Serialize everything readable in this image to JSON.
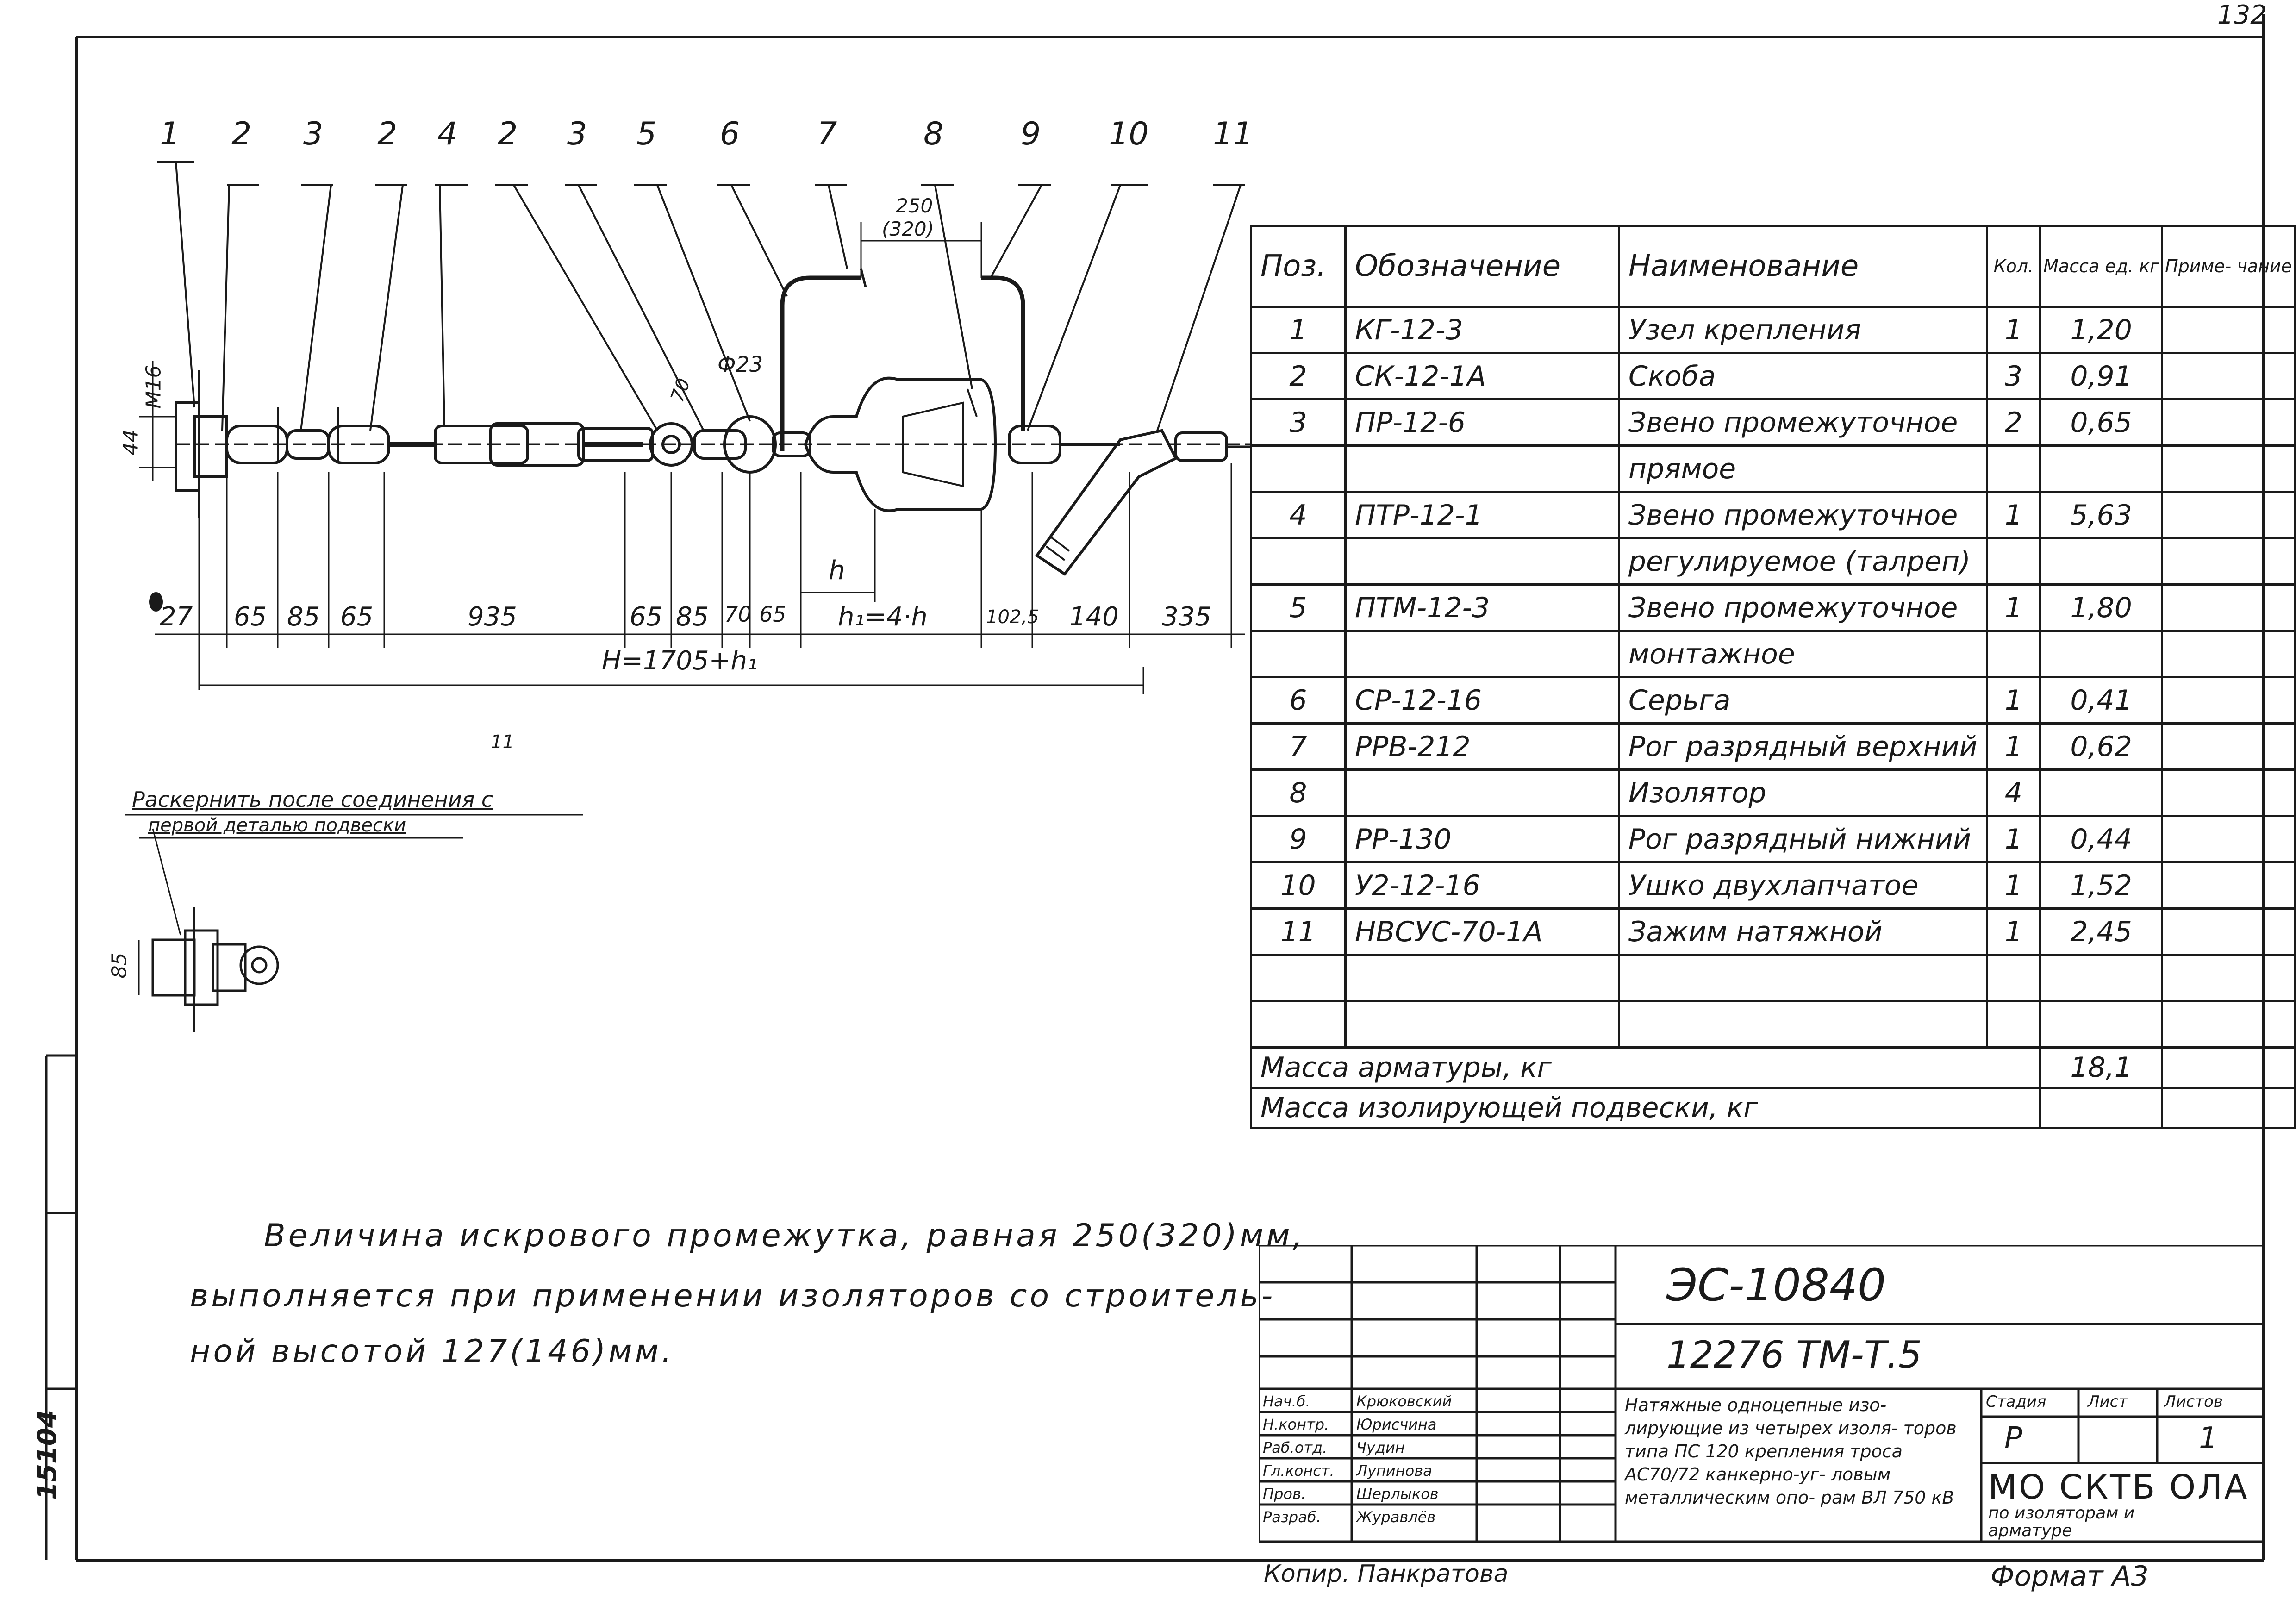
{
  "page_number": "132",
  "side_stamp": "15104",
  "callouts": [
    "1",
    "2",
    "3",
    "2",
    "4",
    "2",
    "3",
    "5",
    "6",
    "7",
    "8",
    "9",
    "10",
    "11"
  ],
  "top_dims": {
    "gap": "250",
    "gap_alt": "(320)",
    "diam": "Ф23",
    "d70": "70",
    "m16": "М16",
    "d44": "44",
    "h": "h"
  },
  "dims": [
    "27",
    "65",
    "85",
    "65",
    "935",
    "65",
    "85",
    "70",
    "65",
    "h₁=4·h",
    "102,5",
    "140",
    "335"
  ],
  "total_dim": "H=1705+h₁",
  "misc_11": "11",
  "detail": {
    "note_line1": "Раскернить после соединения с",
    "note_line2": "первой деталью подвески",
    "dim85": "85"
  },
  "table": {
    "headers": {
      "pos": "Поз.",
      "designation": "Обозначение",
      "name": "Наименование",
      "qty": "Кол.",
      "mass": "Масса ед. кг",
      "note": "Приме- чание"
    },
    "rows": [
      {
        "pos": "1",
        "designation": "КГ-12-3",
        "name": "Узел крепления",
        "qty": "1",
        "mass": "1,20"
      },
      {
        "pos": "2",
        "designation": "СК-12-1А",
        "name": "Скоба",
        "qty": "3",
        "mass": "0,91"
      },
      {
        "pos": "3",
        "designation": "ПР-12-6",
        "name": "Звено промежуточное",
        "qty": "2",
        "mass": "0,65"
      },
      {
        "pos": "",
        "designation": "",
        "name": "прямое",
        "qty": "",
        "mass": ""
      },
      {
        "pos": "4",
        "designation": "ПТР-12-1",
        "name": "Звено промежуточное",
        "qty": "1",
        "mass": "5,63"
      },
      {
        "pos": "",
        "designation": "",
        "name": "регулируемое (талреп)",
        "qty": "",
        "mass": ""
      },
      {
        "pos": "5",
        "designation": "ПТМ-12-3",
        "name": "Звено промежуточное",
        "qty": "1",
        "mass": "1,80"
      },
      {
        "pos": "",
        "designation": "",
        "name": "монтажное",
        "qty": "",
        "mass": ""
      },
      {
        "pos": "6",
        "designation": "СР-12-16",
        "name": "Серьга",
        "qty": "1",
        "mass": "0,41"
      },
      {
        "pos": "7",
        "designation": "РРВ-212",
        "name": "Рог разрядный верхний",
        "qty": "1",
        "mass": "0,62"
      },
      {
        "pos": "8",
        "designation": "",
        "name": "Изолятор",
        "qty": "4",
        "mass": ""
      },
      {
        "pos": "9",
        "designation": "РР-130",
        "name": "Рог разрядный нижний",
        "qty": "1",
        "mass": "0,44"
      },
      {
        "pos": "10",
        "designation": "У2-12-16",
        "name": "Ушко двухлапчатое",
        "qty": "1",
        "mass": "1,52"
      },
      {
        "pos": "11",
        "designation": "НВСУС-70-1А",
        "name": "Зажим натяжной",
        "qty": "1",
        "mass": "2,45"
      },
      {
        "pos": "",
        "designation": "",
        "name": "",
        "qty": "",
        "mass": ""
      },
      {
        "pos": "",
        "designation": "",
        "name": "",
        "qty": "",
        "mass": ""
      }
    ],
    "mass_fittings_label": "Масса арматуры, кг",
    "mass_fittings_value": "18,1",
    "mass_suspension_label": "Масса изолирующей подвески, кг"
  },
  "spark_note": {
    "line1": "Величина искрового промежутка, равная 250(320)мм,",
    "line2": "выполняется при применении изоляторов со строитель-",
    "line3": "ной высотой 127(146)мм."
  },
  "title_block": {
    "doc_number": "ЭС-10840",
    "drawing_code": "12276 ТМ-Т.5",
    "title": "Натяжные одноцепные изо- лирующие из четырех изоля- торов типа ПС 120 крепления троса АС70/72 канкерно-уг- ловым металлическим опо- рам ВЛ 750 кВ",
    "col_stage": "Стадия",
    "col_sheet": "Лист",
    "col_sheets": "Листов",
    "stage": "Р",
    "sheets": "1",
    "org": "МО СКТБ ОЛА",
    "org_sub": "по изоляторам и арматуре",
    "roles": [
      "Нач.б.",
      "Н.контр.",
      "Раб.отд.",
      "Гл.конст.",
      "Пров.",
      "Разраб."
    ],
    "names": [
      "Крюковский",
      "Юрисчина",
      "Чудин",
      "Лупинова",
      "Шерлыков",
      "Журавлёв"
    ],
    "copied_by": "Копир. Панкратова",
    "format": "Формат А3"
  }
}
